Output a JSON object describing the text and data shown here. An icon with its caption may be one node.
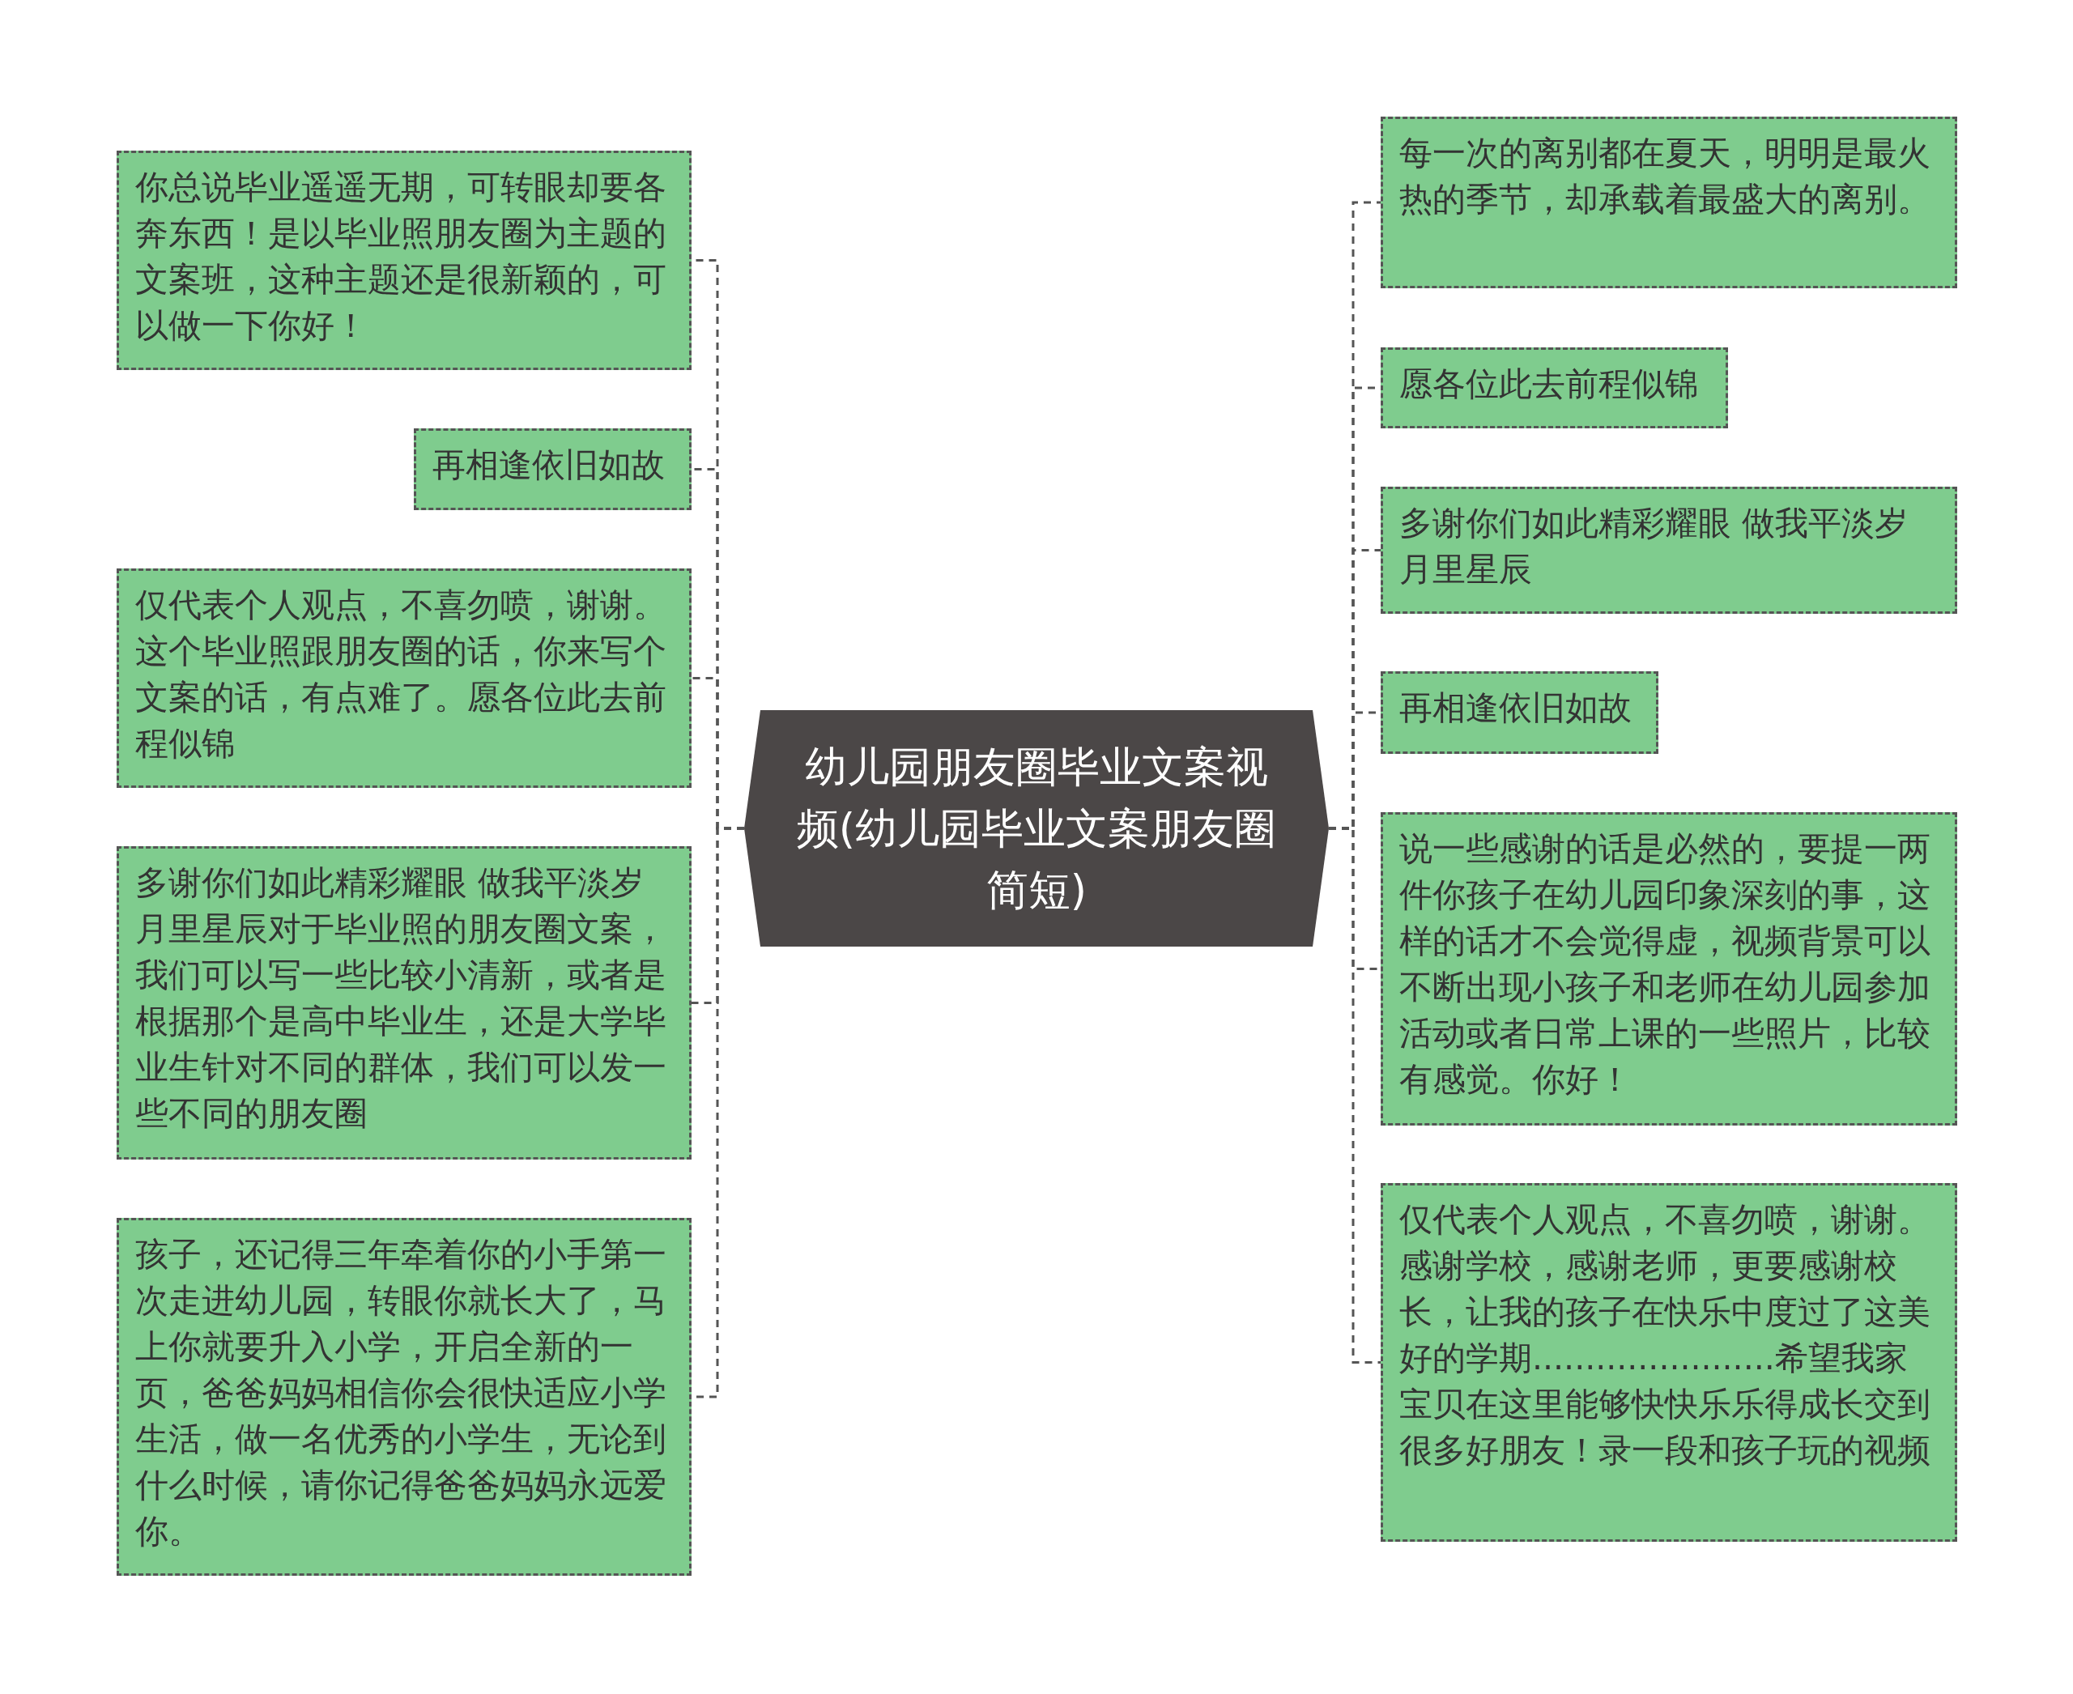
{
  "diagram": {
    "nodes": [
      {
        "text": [
          "幼儿园朋友圈毕业文案视频(幼儿园毕业文案朋友圈简短)"
        ]
      },
      {
        "text": [
          "你总说毕业遥遥无期，可转眼却要各奔东西！是以毕业照朋友圈为主题的文案班，这种主题还是很新颖的，可以做一下你好！"
        ]
      },
      {
        "text": [
          "再相逢依旧如故"
        ]
      },
      {
        "text": [
          "仅代表个人观点，不喜勿喷，谢谢。这个毕业照跟朋友圈的话，你来写个文案的话，有点难了。愿各位此去前程似锦"
        ]
      },
      {
        "text": [
          "多谢你们如此精彩耀眼 做我平淡岁月里星辰对于毕业照的朋友圈文案，我们可以写一些比较小清新，或者是根据那个是高中毕业生，还是大学毕业生针对不同的群体，我们可以发一些不同的朋友圈"
        ]
      },
      {
        "text": [
          "孩子，还记得三年牵着你的小手第一次走进幼儿园，转眼你就长大了，马上你就要升入小学，开启全新的一页，爸爸妈妈相信你会很快适应小学生活，做一名优秀的小学生，无论到什么时候，请你记得爸爸妈妈永远爱你。"
        ]
      },
      {
        "text": [
          "每一次的离别都在夏天，明明是最火热的季节，却承载着最盛大的离别。"
        ]
      },
      {
        "text": [
          "愿各位此去前程似锦"
        ]
      },
      {
        "text": [
          "多谢你们如此精彩耀眼 做我平淡岁月里星辰"
        ]
      },
      {
        "text": [
          "再相逢依旧如故"
        ]
      },
      {
        "text": [
          "说一些感谢的话是必然的，要提一两件你孩子在幼儿园印象深刻的事，这样的话才不会觉得虚，视频背景可以不断出现小孩子和老师在幼儿园参加活动或者日常上课的一些照片，比较有感觉。你好！"
        ]
      },
      {
        "text": [
          "仅代表个人观点，不喜勿喷，谢谢。感谢学校，感谢老师，更要感谢校长，让我的孩子在快乐中度过了这美好的学期.......................希望我家宝贝在这里能够快快乐乐得成长交到很多好朋友！录一段和孩子玩的视频"
        ]
      }
    ],
    "edges": [
      {
        "from": 0,
        "to": 1,
        "arrow": "none",
        "style": "dashed"
      },
      {
        "from": 0,
        "to": 2,
        "arrow": "none",
        "style": "dashed"
      },
      {
        "from": 0,
        "to": 3,
        "arrow": "none",
        "style": "dashed"
      },
      {
        "from": 0,
        "to": 4,
        "arrow": "none",
        "style": "dashed"
      },
      {
        "from": 0,
        "to": 5,
        "arrow": "none",
        "style": "dashed"
      },
      {
        "from": 0,
        "to": 6,
        "arrow": "none",
        "style": "dashed"
      },
      {
        "from": 0,
        "to": 7,
        "arrow": "none",
        "style": "dashed"
      },
      {
        "from": 0,
        "to": 8,
        "arrow": "none",
        "style": "dashed"
      },
      {
        "from": 0,
        "to": 9,
        "arrow": "none",
        "style": "dashed"
      },
      {
        "from": 0,
        "to": 10,
        "arrow": "none",
        "style": "dashed"
      },
      {
        "from": 0,
        "to": 11,
        "arrow": "none",
        "style": "dashed"
      }
    ]
  }
}
